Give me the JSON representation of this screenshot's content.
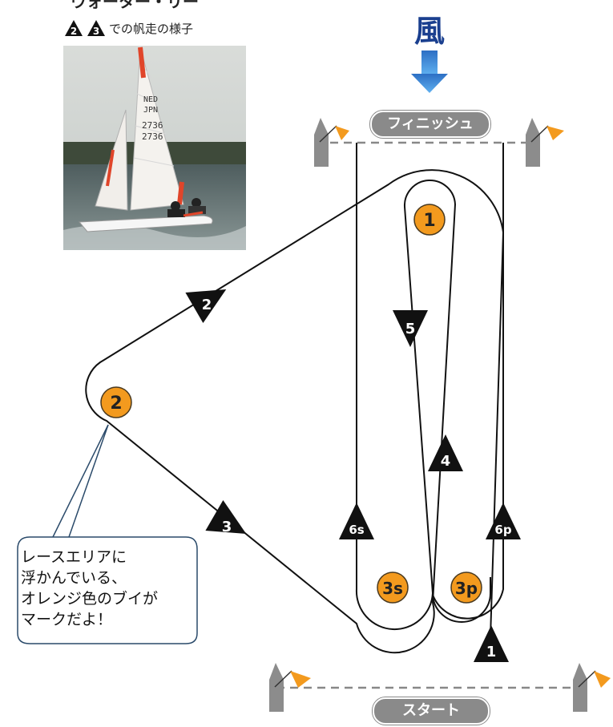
{
  "header": {
    "title": "ウォーター・リー",
    "subtitle_badges": [
      "2",
      "3"
    ],
    "subtitle_text": "での帆走の様子"
  },
  "photo": {
    "sail_number_text": [
      "NED",
      "JPN",
      "2736",
      "2736"
    ]
  },
  "wind": {
    "label": "風",
    "arrow_color": "#3b8de0"
  },
  "labels": {
    "finish": "フィニッシュ",
    "start": "スタート"
  },
  "marks": [
    {
      "id": "1",
      "label": "1"
    },
    {
      "id": "2",
      "label": "2"
    },
    {
      "id": "3s",
      "label": "3s"
    },
    {
      "id": "3p",
      "label": "3p"
    }
  ],
  "legs": [
    {
      "id": "1",
      "label": "1"
    },
    {
      "id": "2",
      "label": "2"
    },
    {
      "id": "3",
      "label": "3"
    },
    {
      "id": "4",
      "label": "4"
    },
    {
      "id": "5",
      "label": "5"
    },
    {
      "id": "6s",
      "label": "6s"
    },
    {
      "id": "6p",
      "label": "6p"
    }
  ],
  "callout": {
    "text": "レースエリアに\n浮かんでいる、\nオレンジ色のブイが\nマークだよ！"
  },
  "colors": {
    "buoy": "#f39a1e",
    "buoy_stroke": "#4a3a20",
    "boat": "#8c8c8c",
    "flag": "#f39a1e",
    "route": "#111111",
    "callout_border": "#2a4a6a"
  }
}
